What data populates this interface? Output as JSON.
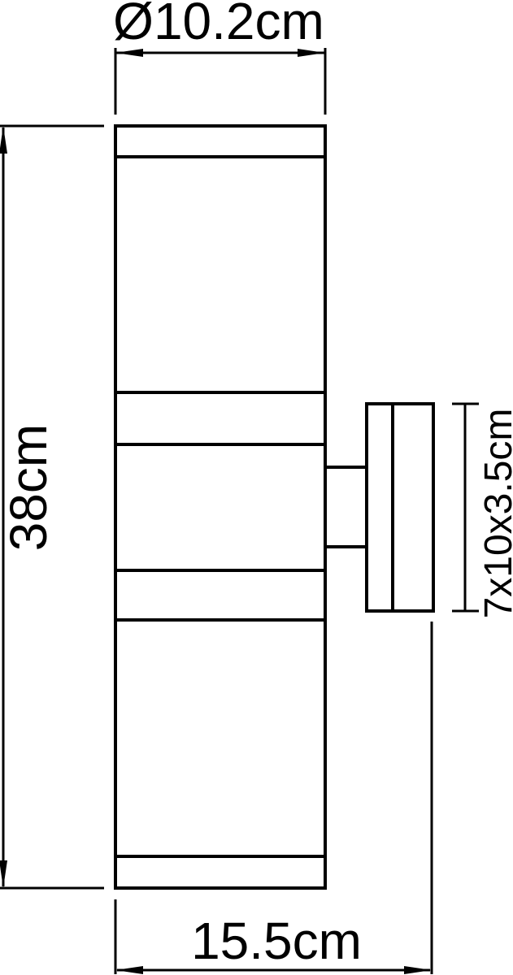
{
  "drawing": {
    "type": "technical-dimension-drawing",
    "dims": {
      "diameter": "Ø10.2cm",
      "height": "38cm",
      "depth": "15.5cm",
      "bracket": "7x10x3.5cm"
    },
    "colors": {
      "line": "#000000",
      "background": "#ffffff"
    }
  }
}
